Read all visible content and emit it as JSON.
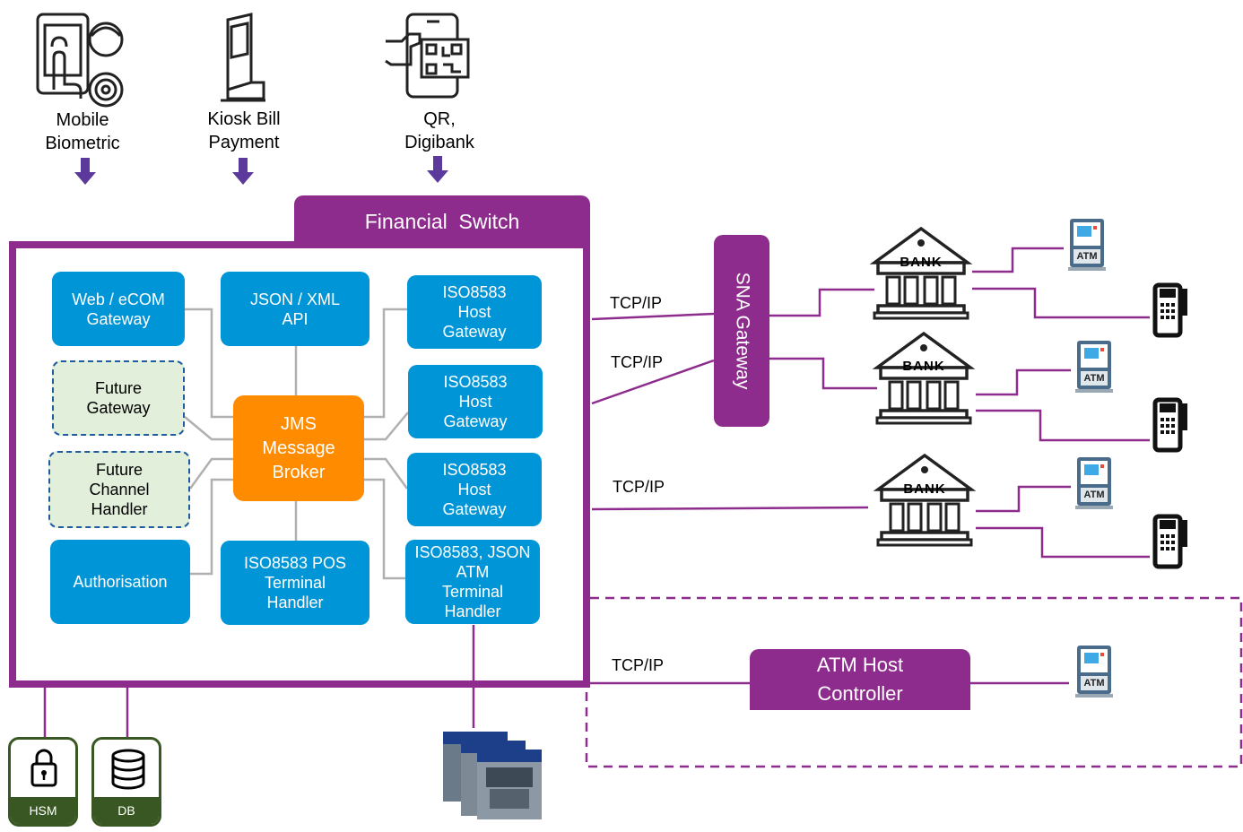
{
  "channels": [
    {
      "label": "Mobile\nBiometric",
      "icon": "mobile-biometric-icon"
    },
    {
      "label": "Kiosk Bill\nPayment",
      "icon": "kiosk-icon"
    },
    {
      "label": "QR,\nDigibank",
      "icon": "qr-phone-icon"
    }
  ],
  "switch": {
    "title": "Financial  Switch"
  },
  "components": {
    "web_gateway": "Web / eCOM\nGateway",
    "json_api": "JSON / XML\nAPI",
    "host_gw_1": "ISO8583\nHost\nGateway",
    "host_gw_2": "ISO8583\nHost\nGateway",
    "host_gw_3": "ISO8583\nHost\nGateway",
    "future_gateway": "Future\nGateway",
    "future_channel": "Future\nChannel\nHandler",
    "jms": "JMS\nMessage\nBroker",
    "authorisation": "Authorisation",
    "pos_handler": "ISO8583 POS\nTerminal\nHandler",
    "atm_handler": "ISO8583, JSON\nATM\nTerminal\nHandler"
  },
  "storage": {
    "hsm": "HSM",
    "db": "DB"
  },
  "network": {
    "tcp1": "TCP/IP",
    "tcp2": "TCP/IP",
    "tcp3": "TCP/IP",
    "tcp4": "TCP/IP",
    "sna_gateway": "SNA Gateway",
    "atm_host": "ATM Host\nController"
  },
  "banks": [
    "BANK",
    "BANK",
    "BANK"
  ],
  "atm_label": "ATM",
  "colors": {
    "purple": "#8e2c8e",
    "blue": "#0095d6",
    "orange": "#ff8c00",
    "green": "#385723",
    "future_fill": "#e2efda"
  }
}
